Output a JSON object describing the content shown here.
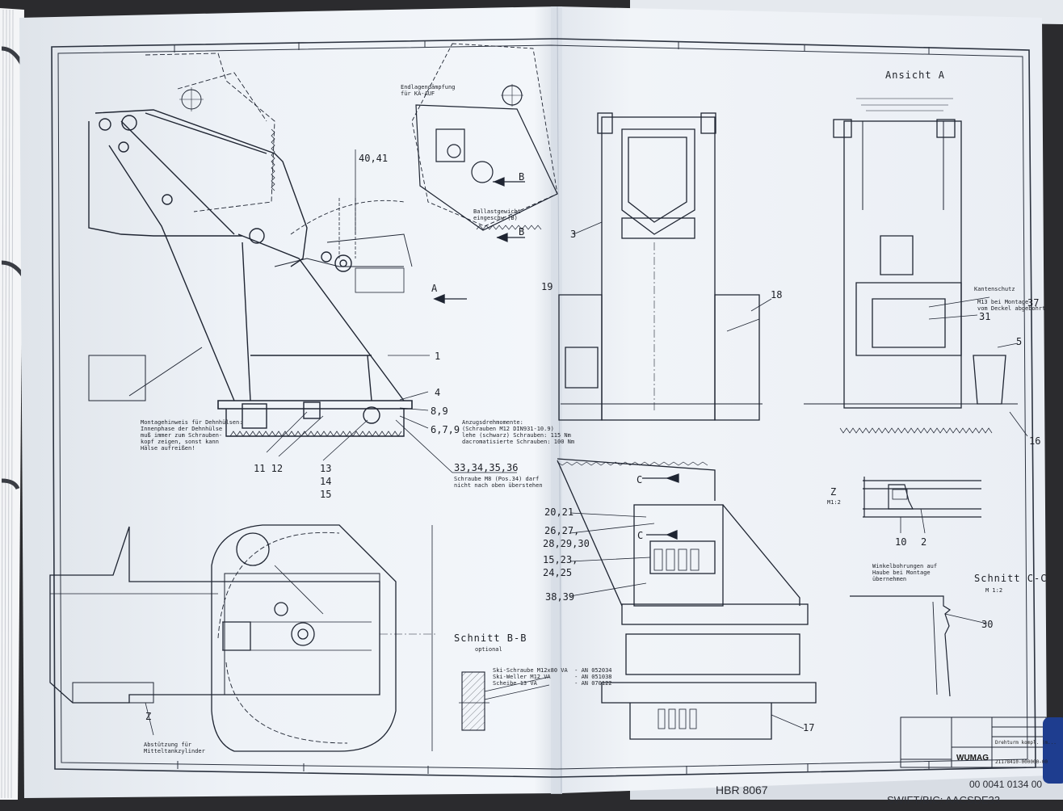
{
  "drawing": {
    "callouts": {
      "c1": "1",
      "c3": "3",
      "c4": "4",
      "c5": "5",
      "c10": "10",
      "c2": "2",
      "c11_12": "11  12",
      "c13": "13",
      "c14": "14",
      "c15": "15",
      "c16": "16",
      "c17": "17",
      "c18": "18",
      "c19": "19",
      "c30": "30",
      "c31": "31",
      "c37": "37",
      "c40_41": "40,41",
      "c8_9": "8,9",
      "c6_7_9": "6,7,9",
      "c33_36": "33,34,35,36",
      "c20_21": "20,21",
      "c26_27": "26,27,",
      "c28_30": "28,29,30",
      "c15_23": "15,23,",
      "c24_25": "24,25",
      "c38_39": "38,39",
      "B1": "B",
      "B2": "B",
      "A": "A",
      "C1": "C",
      "C2": "C",
      "Z": "Z"
    },
    "titles": {
      "ansicht_a": "Ansicht A",
      "schnitt_bb": "Schnitt B-B",
      "optional": "optional",
      "schnitt_cc": "Schnitt C-C",
      "scale_cc": "M 1:2",
      "z_label": "Z",
      "z_scale": "M1:2"
    },
    "notes": {
      "endlage": "Endlagendämpfung\nfür KA-AUF",
      "ballast": "Ballastgewicht\neingeschw.(B)",
      "montage": "Montagehinweis für Dehnhülsen:\nInnenphase der Dehnhülse\nmuß immer zum Schrauben-\nkopf zeigen, sonst kann\nHälse aufreißen!",
      "anzug": "Anzugsdrehmomente:\n(Schrauben M12 DIN931-10.9)\nlehe (schwarz) Schrauben: 115 Nm\ndacromatisierte Schrauben: 100 Nm",
      "schraube_m8": "Schraube M8 (Pos.34) darf\nnicht nach oben überstehen",
      "winkel": "Winkelbohrungen auf\nHaube bei Montage\nübernehmen",
      "kantenschutz": "Kantenschutz",
      "m13_montage": "M13 bei Montage\nvom Deckel abgebohrt",
      "ski": "Ski-Schraube M12x80 VA  - AN 052034\nSki-Weller M12 VA       - AN 051038\nScheibe 13 VA           - AN 070122",
      "abstuetzung": "Abstützung für\nMitteltankzylinder"
    },
    "title_block": {
      "number": "21178410-000000-00",
      "name": "Drehturm kompl. (m..."
    },
    "brand": "WUMAG"
  },
  "background": {
    "line1": "HBR 8067",
    "line2": "SWIFT/BIC: AACSDE33",
    "line3": "00 0041 0134 00"
  },
  "colors": {
    "paper": "#eef2f7",
    "ink": "#1c2330",
    "desk": "#2b2b2e",
    "binder": "#f3f4f6"
  }
}
